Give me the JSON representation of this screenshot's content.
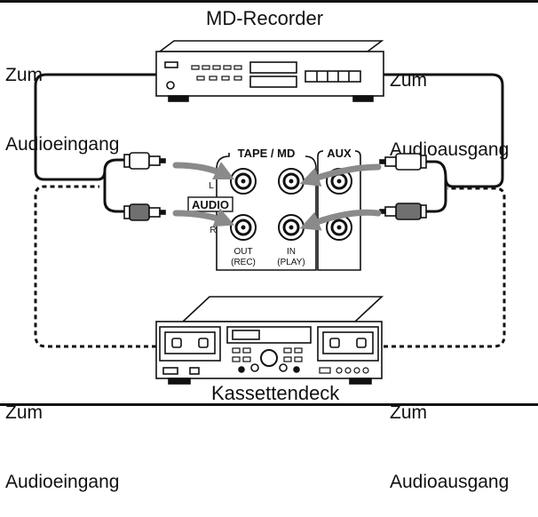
{
  "devices": {
    "md_recorder": "MD-Recorder",
    "cassette_deck": "Kassettendeck"
  },
  "labels": {
    "top_left": {
      "line1": "Zum",
      "line2": "Audioeingang"
    },
    "top_right": {
      "line1": "Zum",
      "line2": "Audioausgang"
    },
    "bottom_left": {
      "line1": "Zum",
      "line2": "Audioeingang"
    },
    "bottom_right": {
      "line1": "Zum",
      "line2": "Audioausgang"
    }
  },
  "panel": {
    "tape_md": "TAPE / MD",
    "aux": "AUX",
    "audio": "AUDIO",
    "channel_l": "L",
    "channel_r": "R",
    "out": "OUT",
    "out_sub": "(REC)",
    "in": "IN",
    "in_sub": "(PLAY)"
  },
  "colors": {
    "line": "#111111",
    "arrow": "#8a8a8a",
    "plug_dark": "#707070"
  }
}
